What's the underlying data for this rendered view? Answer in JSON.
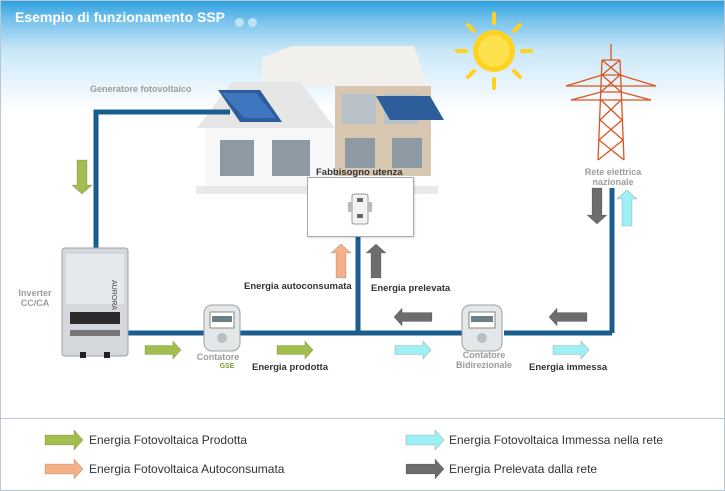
{
  "title": "Esempio di funzionamento SSP",
  "labels": {
    "generatore": "Generatore fotovoltaico",
    "fabbisogno": "Fabbisogno utenza",
    "rete": "Rete elettrica nazionale",
    "inverter": "Inverter CC/CA",
    "inverter_brand": "AURORA",
    "contatore_gse": "Contatore",
    "gse_logo": "GSE",
    "contatore_bidirezionale": "Contatore Bidirezionale",
    "energia_autoconsumata": "Energia autoconsumata",
    "energia_prelevata": "Energia prelevata",
    "energia_prodotta": "Energia prodotta",
    "energia_immessa": "Energia immessa"
  },
  "legend": [
    {
      "label": "Energia Fotovoltaica Prodotta",
      "color": "#a3bd4e"
    },
    {
      "label": "Energia Fotovoltaica Autoconsumata",
      "color": "#f4b187"
    },
    {
      "label": "Energia Fotovoltaica Immessa nella rete",
      "color": "#9ff0f4"
    },
    {
      "label": "Energia Prelevata dalla rete",
      "color": "#6d6d6d"
    }
  ],
  "colors": {
    "line": "#1b5e8e",
    "green": "#a3bd4e",
    "orange": "#f4b187",
    "cyan": "#9ff0f4",
    "gray": "#6d6d6d",
    "sun": "#ffd21f",
    "tower": "#d9561f"
  }
}
